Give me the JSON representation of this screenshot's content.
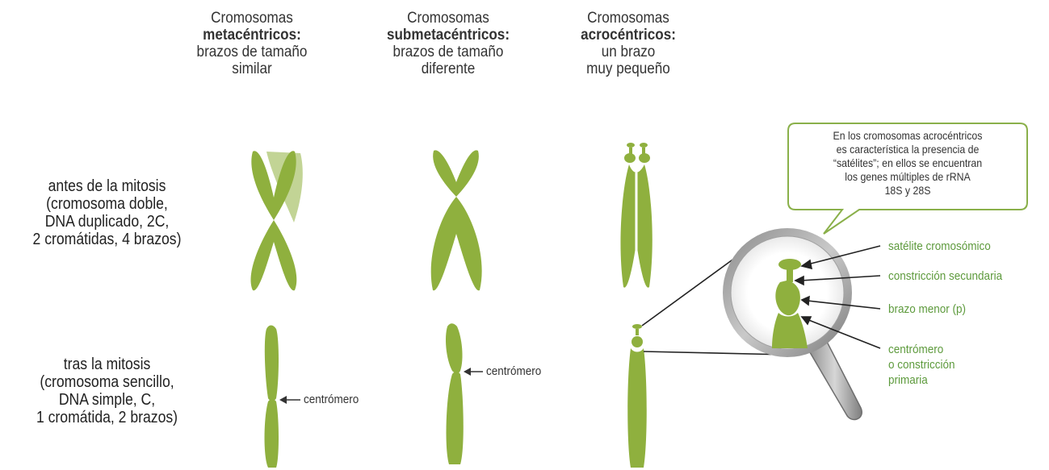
{
  "columns": [
    {
      "line1": "Cromosomas",
      "bold": "metacéntricos:",
      "line3": "brazos de tamaño",
      "line4": "similar"
    },
    {
      "line1": "Cromosomas",
      "bold": "submetacéntricos:",
      "line3": "brazos de tamaño",
      "line4": "diferente"
    },
    {
      "line1": "Cromosomas",
      "bold": "acrocéntricos:",
      "line3": "un brazo",
      "line4": "muy pequeño"
    }
  ],
  "rows": {
    "before": [
      "antes de la mitosis",
      "(cromosoma doble,",
      "DNA duplicado, 2C,",
      "2 cromátidas, 4 brazos)"
    ],
    "after": [
      "tras la mitosis",
      "(cromosoma sencillo,",
      "DNA simple, C,",
      "1 cromátida, 2 brazos)"
    ]
  },
  "labels": {
    "centromere_meta": "centrómero",
    "centromere_submeta": "centrómero"
  },
  "callout": [
    "En los cromosomas acrocéntricos",
    "es característica la presencia de",
    "“satélites”; en ellos se encuentran",
    "los genes múltiples de rRNA",
    "18S y 28S"
  ],
  "magnifier_labels": {
    "satellite": "satélite cromosómico",
    "secondary": "constricción secundaria",
    "short_arm": "brazo menor (p)",
    "centromere": [
      "centrómero",
      "o constricción",
      "primaria"
    ]
  },
  "colors": {
    "chromosome": "#8fb03e",
    "label_green": "#5d9a3c",
    "callout_border": "#8ab04a"
  }
}
